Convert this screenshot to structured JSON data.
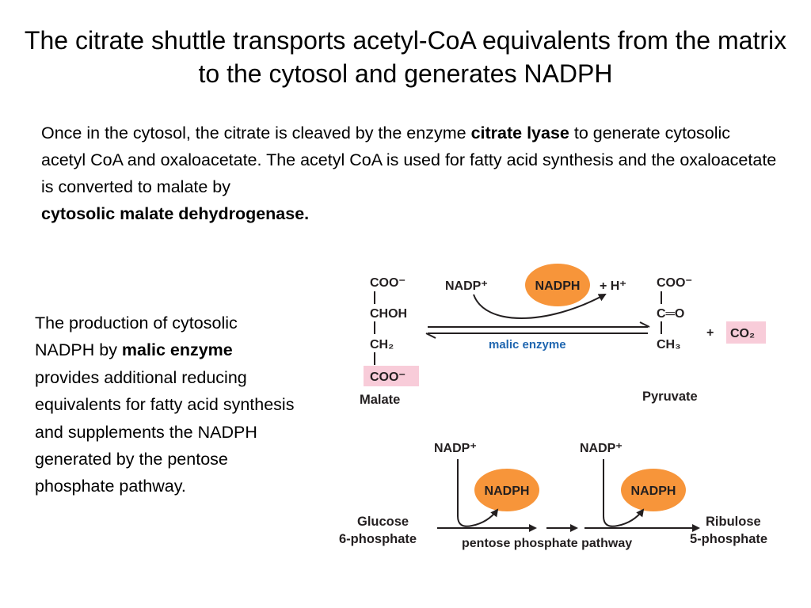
{
  "title": "The citrate shuttle transports acetyl-CoA equivalents from the matrix to the cytosol and generates NADPH",
  "intro": {
    "text1": "Once in the cytosol, the citrate is cleaved by the enzyme ",
    "bold1": "citrate lyase",
    "text2": " to generate cytosolic acetyl CoA and oxaloacetate.  The acetyl CoA is used for fatty acid synthesis and the oxaloacetate is converted to malate by ",
    "bold2": "cytosolic malate dehydrogenase."
  },
  "side": {
    "text1": "The production of cytosolic NADPH by ",
    "bold1": "malic enzyme",
    "text2": " provides additional reducing equivalents for fatty acid synthesis and supplements the NADPH generated by the pentose phosphate pathway."
  },
  "diagram": {
    "colors": {
      "nadph_fill": "#f7953a",
      "highlight": "#f8ccd9",
      "enzyme_label": "#1f66b0"
    },
    "malic_reaction": {
      "malate": {
        "coo_top": "COO⁻",
        "chohl": "CHOH",
        "ch2": "CH₂",
        "coo_bottom": "COO⁻",
        "name": "Malate"
      },
      "nadp": "NADP⁺",
      "nadph": "NADPH",
      "plus_h": "+ H⁺",
      "enzyme": "malic enzyme",
      "pyruvate": {
        "coo": "COO⁻",
        "co": "C═O",
        "ch3": "CH₃",
        "name": "Pyruvate"
      },
      "plus": "+",
      "co2": "CO₂"
    },
    "ppp": {
      "nadp1": "NADP⁺",
      "nadph1": "NADPH",
      "nadp2": "NADP⁺",
      "nadph2": "NADPH",
      "glucose_line1": "Glucose",
      "glucose_line2": "6-phosphate",
      "ribulose_line1": "Ribulose",
      "ribulose_line2": "5-phosphate",
      "pathway_label": "pentose phosphate pathway"
    }
  }
}
